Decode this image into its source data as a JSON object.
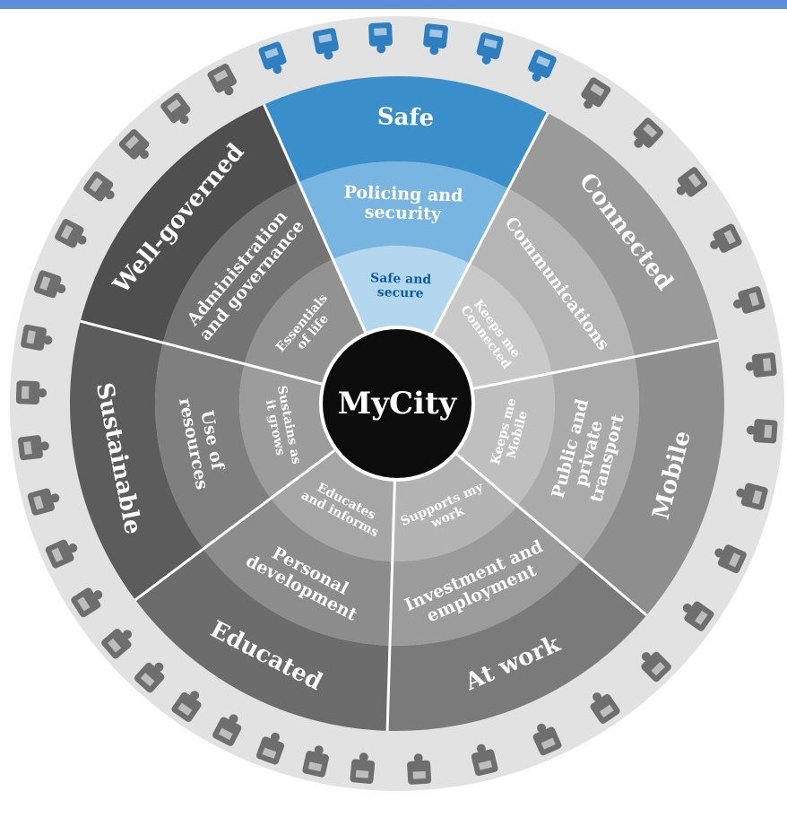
{
  "center_label": "MyCity",
  "colors": {
    "outer_ring": "#e2e2e2",
    "icons": "#6e6e6e",
    "icons_highlight": "#2f7fc0",
    "hub": "#0c0c0c",
    "dividers": "#ffffff",
    "text_light": "#ffffff",
    "text_highlight": "#0d5d9c"
  },
  "segments": [
    {
      "key": "safe",
      "highlighted": true,
      "outer": "Safe",
      "middle": "Policing and security",
      "inner": "Safe and secure",
      "fills": [
        "#3a8fcb",
        "#78b5e0",
        "#b4d7f0"
      ],
      "icons": [
        "ambulance-icon",
        "police-car-icon",
        "padlock-icon",
        "cctv-camera-icon",
        "key-icon",
        "fire-extinguisher-icon"
      ]
    },
    {
      "key": "connected",
      "highlighted": false,
      "outer": "Connected",
      "middle": "Communications",
      "inner": "Keeps me Connected",
      "fills": [
        "#9a9a9a",
        "#b5b5b5",
        "#c9c9c9"
      ],
      "icons": [
        "satellite-dish-icon",
        "telephone-icon",
        "computer-icon",
        "mobile-phone-icon",
        "radio-mast-icon"
      ]
    },
    {
      "key": "mobile",
      "highlighted": false,
      "outer": "Mobile",
      "middle": "Public and private transport",
      "inner": "Keeps me Mobile",
      "fills": [
        "#8e8e8e",
        "#aaaaaa",
        "#bfbfbf"
      ],
      "icons": [
        "train-icon",
        "bicycle-icon",
        "taxi-icon",
        "airplane-icon",
        "helicopter-icon"
      ]
    },
    {
      "key": "at-work",
      "highlighted": false,
      "outer": "At work",
      "middle": "Investment and employment",
      "inner": "Supports my work",
      "fills": [
        "#7a7a7a",
        "#9b9b9b",
        "#b3b3b3"
      ],
      "icons": [
        "skyscraper-icon",
        "office-tower-icon",
        "crane-icon",
        "office-building-icon",
        "factory-icon"
      ]
    },
    {
      "key": "educated",
      "highlighted": false,
      "outer": "Educated",
      "middle": "Personal development",
      "inner": "Educates and informs",
      "fills": [
        "#6c6c6c",
        "#8c8c8c",
        "#a6a6a6"
      ],
      "icons": [
        "tree-icon",
        "bus-icon",
        "graduation-cap-icon",
        "books-icon",
        "abc-icon",
        "globe-icon",
        "pen-icon"
      ]
    },
    {
      "key": "sustainable",
      "highlighted": false,
      "outer": "Sustainable",
      "middle": "Use of resources",
      "inner": "Sustains as it grows",
      "fills": [
        "#5c5c5c",
        "#7f7f7f",
        "#9c9c9c"
      ],
      "icons": [
        "flower-icon",
        "wind-turbine-icon",
        "footprint-icon",
        "light-bulb-icon",
        "leaf-icon",
        "butterfly-icon"
      ]
    },
    {
      "key": "well-governed",
      "highlighted": false,
      "outer": "Well-governed",
      "middle": "Administration and governance",
      "inner": "Essentials of life",
      "fills": [
        "#4f4f4f",
        "#747474",
        "#929292"
      ],
      "icons": [
        "justice-statue-icon",
        "parliament-icon",
        "laurel-wreath-icon",
        "graduation-cap-icon",
        "gavel-icon",
        "scales-icon"
      ]
    }
  ]
}
